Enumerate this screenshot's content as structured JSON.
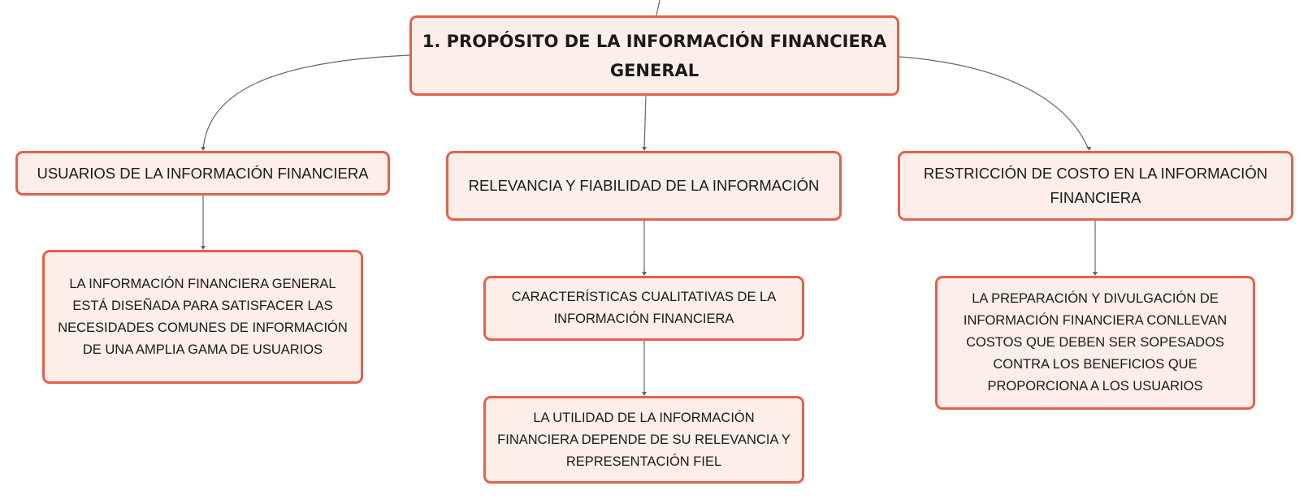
{
  "colors": {
    "node_fill": "#fdeee9",
    "node_border": "#e4614c",
    "connector": "#666666",
    "text": "#1a1a1a"
  },
  "root": {
    "label": "1. PROPÓSITO DE LA INFORMACIÓN FINANCIERA GENERAL"
  },
  "branches": [
    {
      "label": "USUARIOS DE LA INFORMACIÓN FINANCIERA",
      "children": [
        "LA INFORMACIÓN FINANCIERA GENERAL ESTÁ DISEÑADA PARA SATISFACER LAS NECESIDADES COMUNES DE INFORMACIÓN DE UNA AMPLIA GAMA DE USUARIOS"
      ]
    },
    {
      "label": "RELEVANCIA Y FIABILIDAD DE LA INFORMACIÓN",
      "children": [
        "CARACTERÍSTICAS CUALITATIVAS DE LA INFORMACIÓN FINANCIERA",
        "LA UTILIDAD DE LA INFORMACIÓN FINANCIERA DEPENDE DE SU RELEVANCIA Y REPRESENTACIÓN FIEL"
      ]
    },
    {
      "label": "RESTRICCIÓN DE COSTO EN LA INFORMACIÓN FINANCIERA",
      "children": [
        "LA PREPARACIÓN Y DIVULGACIÓN DE INFORMACIÓN FINANCIERA CONLLEVAN COSTOS QUE DEBEN SER SOPESADOS CONTRA LOS BENEFICIOS QUE PROPORCIONA A LOS USUARIOS"
      ]
    }
  ]
}
